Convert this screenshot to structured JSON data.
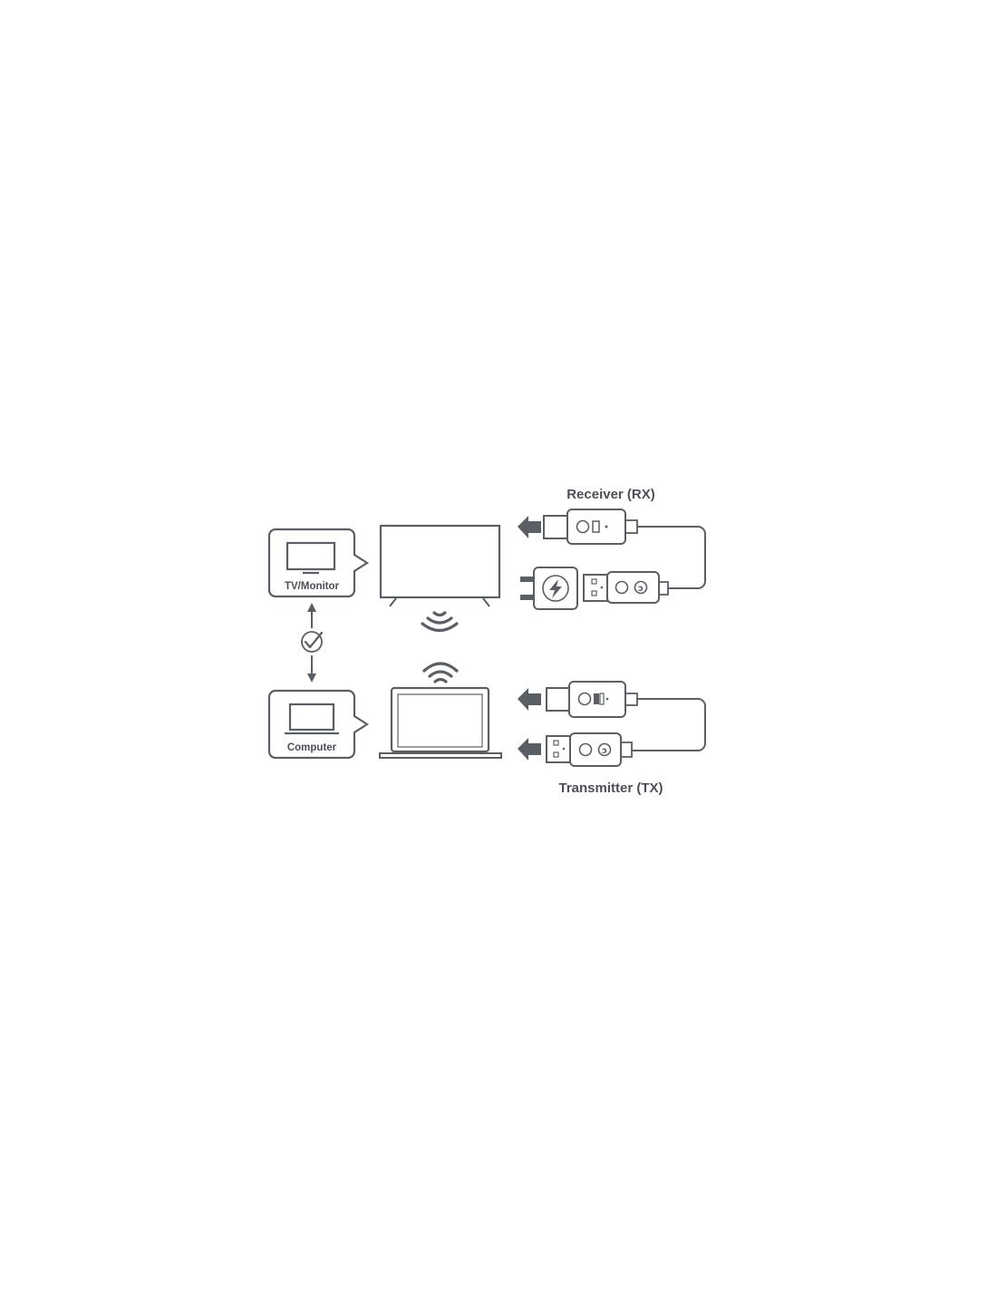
{
  "labels": {
    "receiver": "Receiver (RX)",
    "transmitter": "Transmitter (TX)",
    "tv_monitor": "TV/Monitor",
    "computer": "Computer"
  },
  "icons": {
    "tv": "tv-icon",
    "computer": "computer-icon",
    "check": "check-circle-icon",
    "wifi": "wifi-icon",
    "power_adapter": "power-adapter-icon",
    "arrow": "arrow-left-icon"
  },
  "colors": {
    "ink": "#4b5058",
    "line": "#5a5f66",
    "background": "#ffffff"
  }
}
